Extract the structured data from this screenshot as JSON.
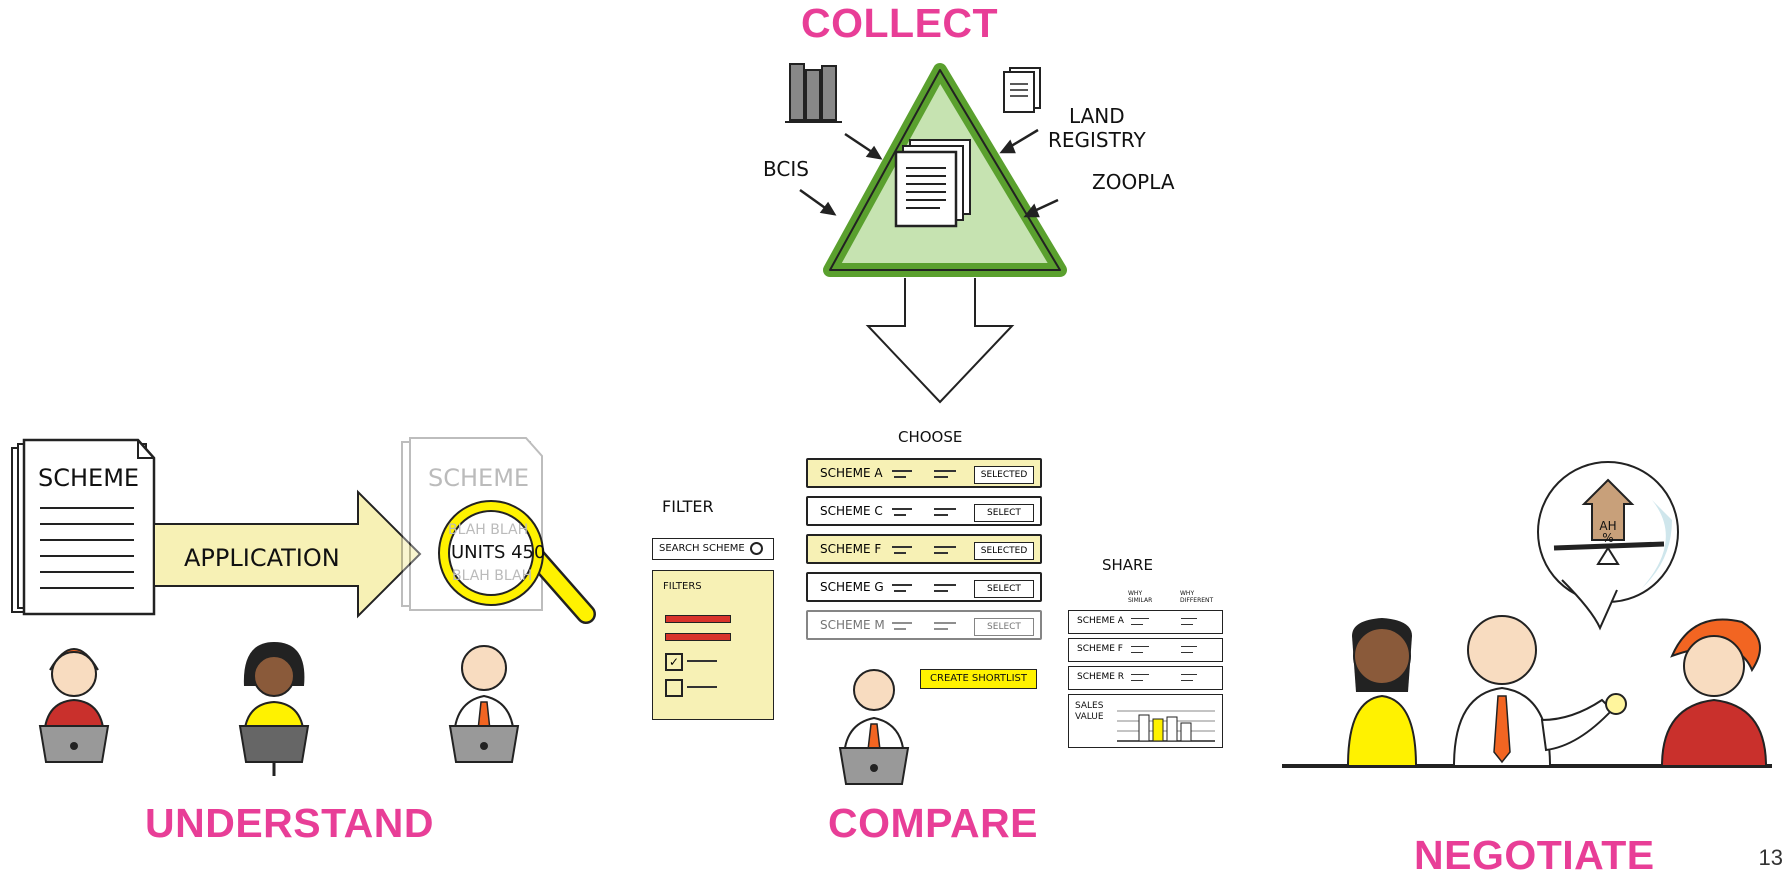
{
  "stages": {
    "collect": "COLLECT",
    "understand": "UNDERSTAND",
    "compare": "COMPARE",
    "negotiate": "NEGOTIATE"
  },
  "collect": {
    "sources": [
      "BCIS",
      "LAND\nREGISTRY",
      "ZOOPLA"
    ]
  },
  "understand": {
    "doc_title": "SCHEME",
    "arrow_label": "APPLICATION",
    "faded_doc_title": "SCHEME",
    "magnifier_text": "UNITS 450",
    "blah_1": "BLAH BLAH",
    "blah_2": "BLAH BLAH"
  },
  "compare": {
    "choose_label": "CHOOSE",
    "filter_label": "FILTER",
    "search_placeholder": "SEARCH SCHEME",
    "filters_label": "FILTERS",
    "schemes": [
      {
        "name": "SCHEME A",
        "button": "SELECTED",
        "selected": true
      },
      {
        "name": "SCHEME C",
        "button": "SELECT",
        "selected": false
      },
      {
        "name": "SCHEME F",
        "button": "SELECTED",
        "selected": true
      },
      {
        "name": "SCHEME G",
        "button": "SELECT",
        "selected": false
      },
      {
        "name": "SCHEME M",
        "button": "SELECT",
        "selected": false
      }
    ],
    "shortlist_button": "CREATE SHORTLIST",
    "share_label": "SHARE",
    "share_col_similar": "WHY SIMILAR",
    "share_col_different": "WHY DIFFERENT",
    "share_rows": [
      "SCHEME A",
      "SCHEME F",
      "SCHEME R"
    ],
    "sales_value_label": "SALES VALUE"
  },
  "negotiate": {
    "badge_text": "AH %"
  },
  "slide_number": "13",
  "colors": {
    "accent_pink": "#e83e97",
    "triangle_green": "#6db33f",
    "pale_yellow": "#f7f1b5",
    "highlight_yellow": "#fff200",
    "red_bar": "#d9332b"
  }
}
